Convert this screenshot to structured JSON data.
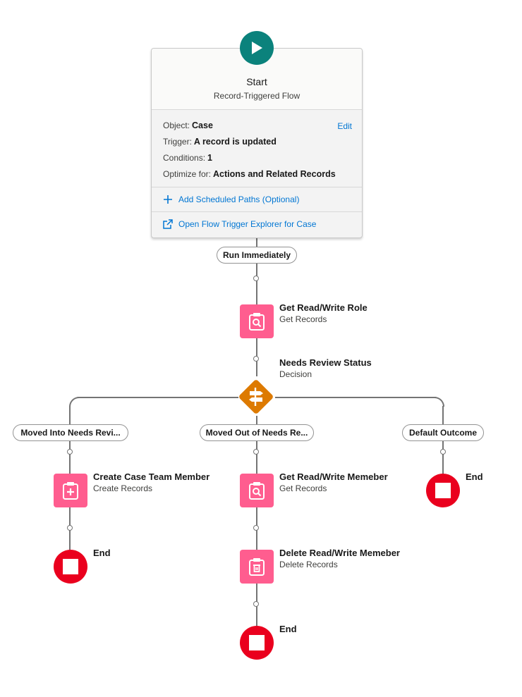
{
  "start": {
    "title": "Start",
    "subtitle": "Record-Triggered Flow",
    "edit_label": "Edit",
    "properties": [
      {
        "label": "Object:",
        "value": "Case"
      },
      {
        "label": "Trigger:",
        "value": "A record is updated"
      },
      {
        "label": "Conditions:",
        "value": "1"
      },
      {
        "label": "Optimize for:",
        "value": "Actions and Related Records"
      }
    ],
    "add_scheduled_paths": "Add Scheduled Paths (Optional)",
    "open_explorer": "Open Flow Trigger Explorer for Case"
  },
  "run_immediately": "Run Immediately",
  "elements": {
    "get_role": {
      "title": "Get Read/Write Role",
      "subtitle": "Get Records"
    },
    "decision": {
      "title": "Needs Review Status",
      "subtitle": "Decision"
    },
    "create_member": {
      "title": "Create Case Team Member",
      "subtitle": "Create Records"
    },
    "get_member": {
      "title": "Get Read/Write Memeber",
      "subtitle": "Get Records"
    },
    "delete_member": {
      "title": "Delete Read/Write Memeber",
      "subtitle": "Delete Records"
    }
  },
  "outcomes": {
    "left": "Moved Into Needs Revi...",
    "middle": "Moved Out of Needs Re...",
    "right": "Default Outcome"
  },
  "end_label": "End",
  "colors": {
    "start": "#0b827c",
    "record_element": "#ff5d8f",
    "decision": "#dd7a01",
    "end": "#ea001e",
    "link": "#0176d3"
  }
}
